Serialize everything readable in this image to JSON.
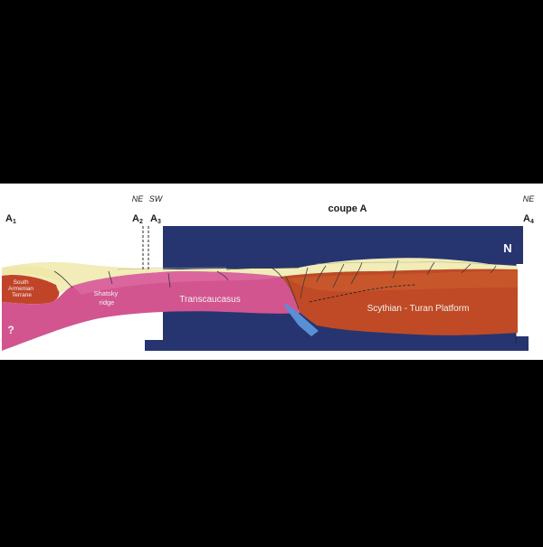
{
  "title": "coupe A",
  "points": {
    "a1": {
      "letter": "A",
      "sub": "1"
    },
    "a2": {
      "letter": "A",
      "sub": "2"
    },
    "a3": {
      "letter": "A",
      "sub": "3"
    },
    "a4": {
      "letter": "A",
      "sub": "4"
    }
  },
  "orientation": {
    "ne_left": "NE",
    "sw": "SW",
    "ne_right": "NE"
  },
  "north_label": "N",
  "units": {
    "south_armenian_terrane": [
      "South",
      "Armenian",
      "Terrane"
    ],
    "shatsky_ridge": [
      "Shatsky",
      "ridge"
    ],
    "transcaucasus": "Transcaucasus",
    "scythian_turan_platform": "Scythian - Turan Platform",
    "unknown": "?"
  },
  "colors": {
    "background": "#000000",
    "paper": "#ffffff",
    "map_panel": "#263570",
    "sediment": "#f1ecb8",
    "transcaucasus": "#d2558f",
    "transcaucasus_dark": "#b93a78",
    "platform": "#bf4a25",
    "south_armenian": "#c24428",
    "slab": "#5a8fd6",
    "text_on_dark": "#f2f2f2",
    "text_on_light": "#1c1c1c"
  }
}
